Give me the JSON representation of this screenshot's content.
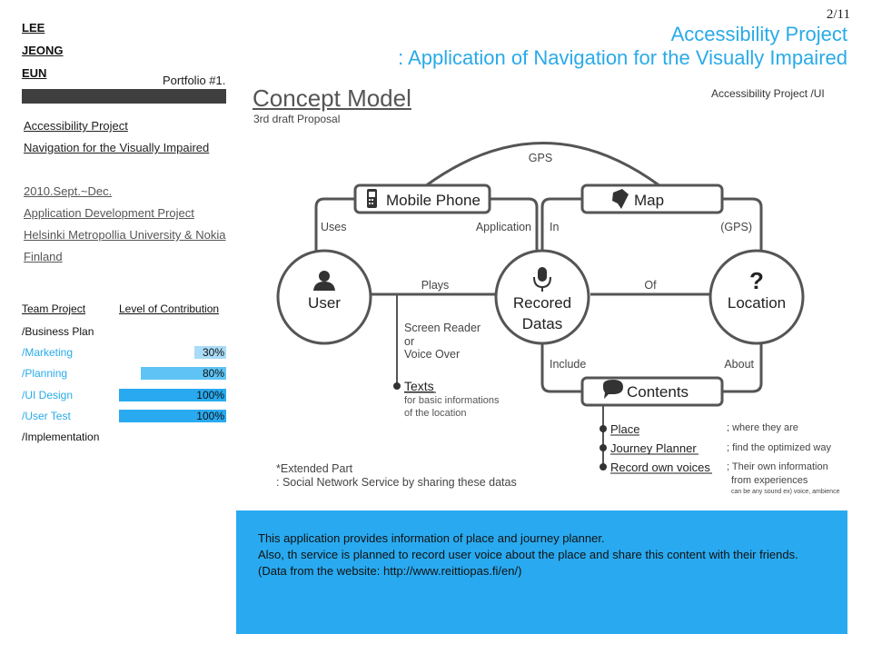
{
  "author": {
    "line1": "LEE",
    "line2": "JEONG",
    "line3": "EUN"
  },
  "page_number": "2/11",
  "header": {
    "title_line1": "Accessibility Project",
    "title_line2": ": Application of Navigation for the Visually Impaired",
    "portfolio_label": "Portfolio #1."
  },
  "sidebar": {
    "project_links": [
      "Accessibility Project",
      "Navigation for the Visually Impaired"
    ],
    "info": [
      "2010.Sept.~Dec.",
      "Application Development Project",
      "Helsinki Metropollia University & Nokia",
      "Finland"
    ],
    "team_header": "Team Project",
    "contribution_header": "Level of Contribution",
    "rows": [
      {
        "label": "/Business Plan",
        "style": "black"
      },
      {
        "label": "/Marketing",
        "style": "blue",
        "value": "30%",
        "fraction": 0.3,
        "color": "#a9dcf7"
      },
      {
        "label": "/Planning",
        "style": "blue",
        "value": "80%",
        "fraction": 0.8,
        "color": "#5fc4f5"
      },
      {
        "label": "/UI Design",
        "style": "blue",
        "value": "100%",
        "fraction": 1.0,
        "color": "#29aaf0"
      },
      {
        "label": "/User Test",
        "style": "blue",
        "value": "100%",
        "fraction": 1.0,
        "color": "#29aaf0"
      },
      {
        "label": "/Implementation",
        "style": "black"
      }
    ]
  },
  "concept": {
    "title": "Concept Model",
    "subtitle": "3rd draft Proposal",
    "corner_label": "Accessibility Project /UI"
  },
  "diagram": {
    "nodes": {
      "mobile_phone": "Mobile Phone",
      "map": "Map",
      "user": "User",
      "recorded_datas_1": "Recored",
      "recorded_datas_2": "Datas",
      "location": "Location",
      "contents": "Contents"
    },
    "edges": {
      "gps": "GPS",
      "uses": "Uses",
      "application": "Application",
      "in": "In",
      "gps_paren": "(GPS)",
      "plays": "Plays",
      "of": "Of",
      "include": "Include",
      "about": "About"
    },
    "screen_reader": [
      "Screen Reader",
      "or",
      "Voice Over"
    ],
    "texts_label": "Texts",
    "texts_desc": [
      "for basic informations",
      "of the location"
    ],
    "content_items": [
      {
        "label": "Place",
        "note": "; where they are"
      },
      {
        "label": "Journey Planner",
        "note": "; find the optimized way"
      },
      {
        "label": "Record own voices",
        "note": "; Their own information"
      }
    ],
    "voices_extra": [
      "from experiences",
      "can be any sound ex) voice, ambience"
    ],
    "extended_part": [
      "*Extended Part",
      ": Social Network Service by sharing these datas"
    ]
  },
  "info_box": {
    "lines": [
      "This application provides information of place and journey planner.",
      "Also, th service is planned to record user voice about the place and share this content with their friends.",
      "(Data from the website: http://www.reittiopas.fi/en/)"
    ]
  },
  "colors": {
    "accent": "#29aae9",
    "box": "#29aaf0",
    "dark_bar": "#3f3f3f",
    "diagram_line": "#555555"
  }
}
